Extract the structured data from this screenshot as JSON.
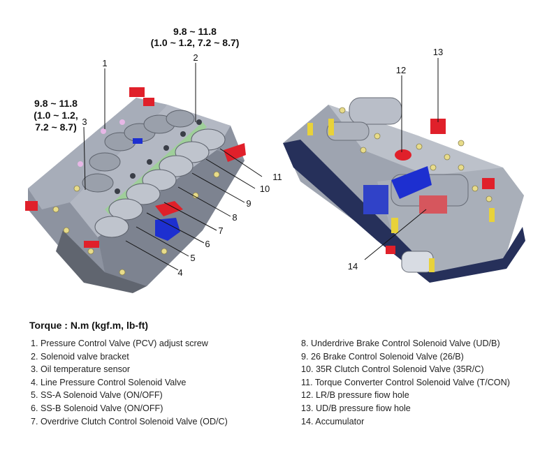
{
  "torque_values": [
    {
      "line1": "9.8 ~ 11.8",
      "line2": "(1.0 ~ 1.2, 7.2 ~ 8.7)"
    },
    {
      "line1": "9.8 ~ 11.8",
      "line2": "(1.0 ~ 1.2,",
      "line3": "7.2 ~ 8.7)"
    }
  ],
  "callouts": [
    "1",
    "2",
    "3",
    "4",
    "5",
    "6",
    "7",
    "8",
    "9",
    "10",
    "11",
    "12",
    "13",
    "14"
  ],
  "legend": {
    "title": "Torque : N.m (kgf.m, lb-ft)",
    "left": [
      "1. Pressure Control Valve (PCV) adjust screw",
      "2. Solenoid valve bracket",
      "3. Oil temperature sensor",
      "4. Line Pressure Control Solenoid Valve",
      "5. SS-A Solenoid Valve (ON/OFF)",
      "6. SS-B Solenoid Valve (ON/OFF)",
      "7. Overdrive Clutch Control Solenoid Valve (OD/C)"
    ],
    "right": [
      "8. Underdrive Brake Control Solenoid Valve (UD/B)",
      "9. 26 Brake Control Solenoid Valve (26/B)",
      "10. 35R Clutch Control Solenoid Valve (35R/C)",
      "11. Torque Converter Control Solenoid Valve (T/CON)",
      "12. LR/B pressure fiow hole",
      "13. UD/B pressure fiow hole",
      "14. Accumulator"
    ]
  },
  "colors": {
    "housing": "#9aa0ad",
    "housing_dark": "#5f6470",
    "housing_light": "#c9cdd6",
    "accent_red": "#e0202a",
    "accent_yellow": "#e8d23a",
    "accent_blue": "#1d2fd0",
    "plate_navy": "#26305a",
    "bracket_green": "#9fcf9a",
    "bolt": "#e8dc8a"
  }
}
